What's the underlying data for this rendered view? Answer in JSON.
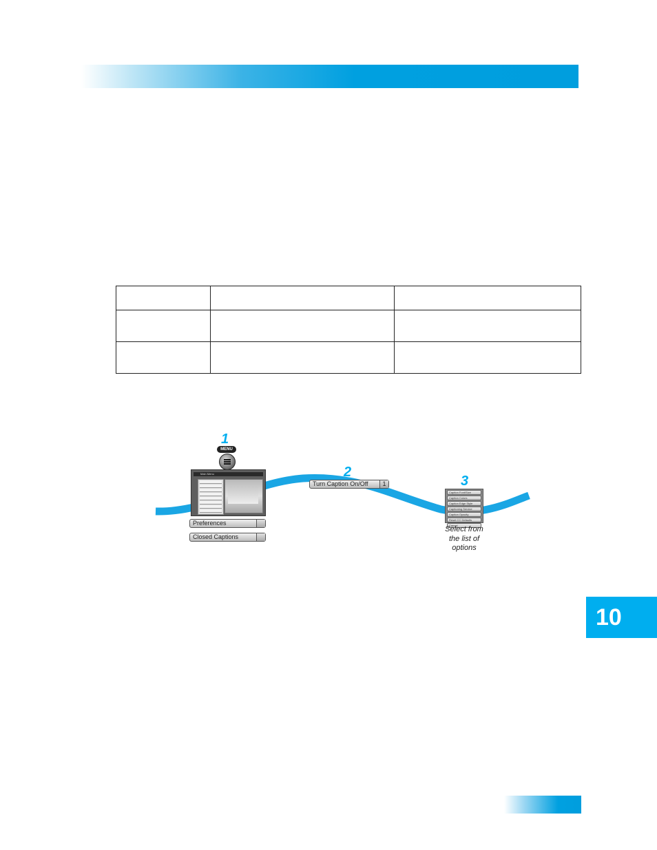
{
  "chapter": {
    "number": "10"
  },
  "table": {
    "rows": [
      [
        "",
        "",
        ""
      ],
      [
        "",
        "",
        ""
      ],
      [
        "",
        "",
        ""
      ]
    ]
  },
  "diagram": {
    "steps": [
      "1",
      "2",
      "3"
    ],
    "menu_button_label": "MENU",
    "screen": {
      "title": "Main Menu",
      "menu_items": [
        "",
        "",
        "",
        "",
        "",
        "",
        "",
        "",
        ""
      ]
    },
    "step1_items": [
      "Preferences",
      "Closed Captions"
    ],
    "step2_item": {
      "label": "Turn Caption On/Off",
      "key": "1"
    },
    "step3_options": [
      "Caption Font/Size",
      "Caption Colors",
      "Caption Edge Style",
      "Captioning Service",
      "Caption Opacity",
      "Reset CC Defaults",
      "Cancel"
    ],
    "step3_note": [
      "Select from",
      "the list of",
      "options"
    ]
  },
  "colors": {
    "accent": "#00aeef",
    "ribbon": "#1aa6e4"
  }
}
